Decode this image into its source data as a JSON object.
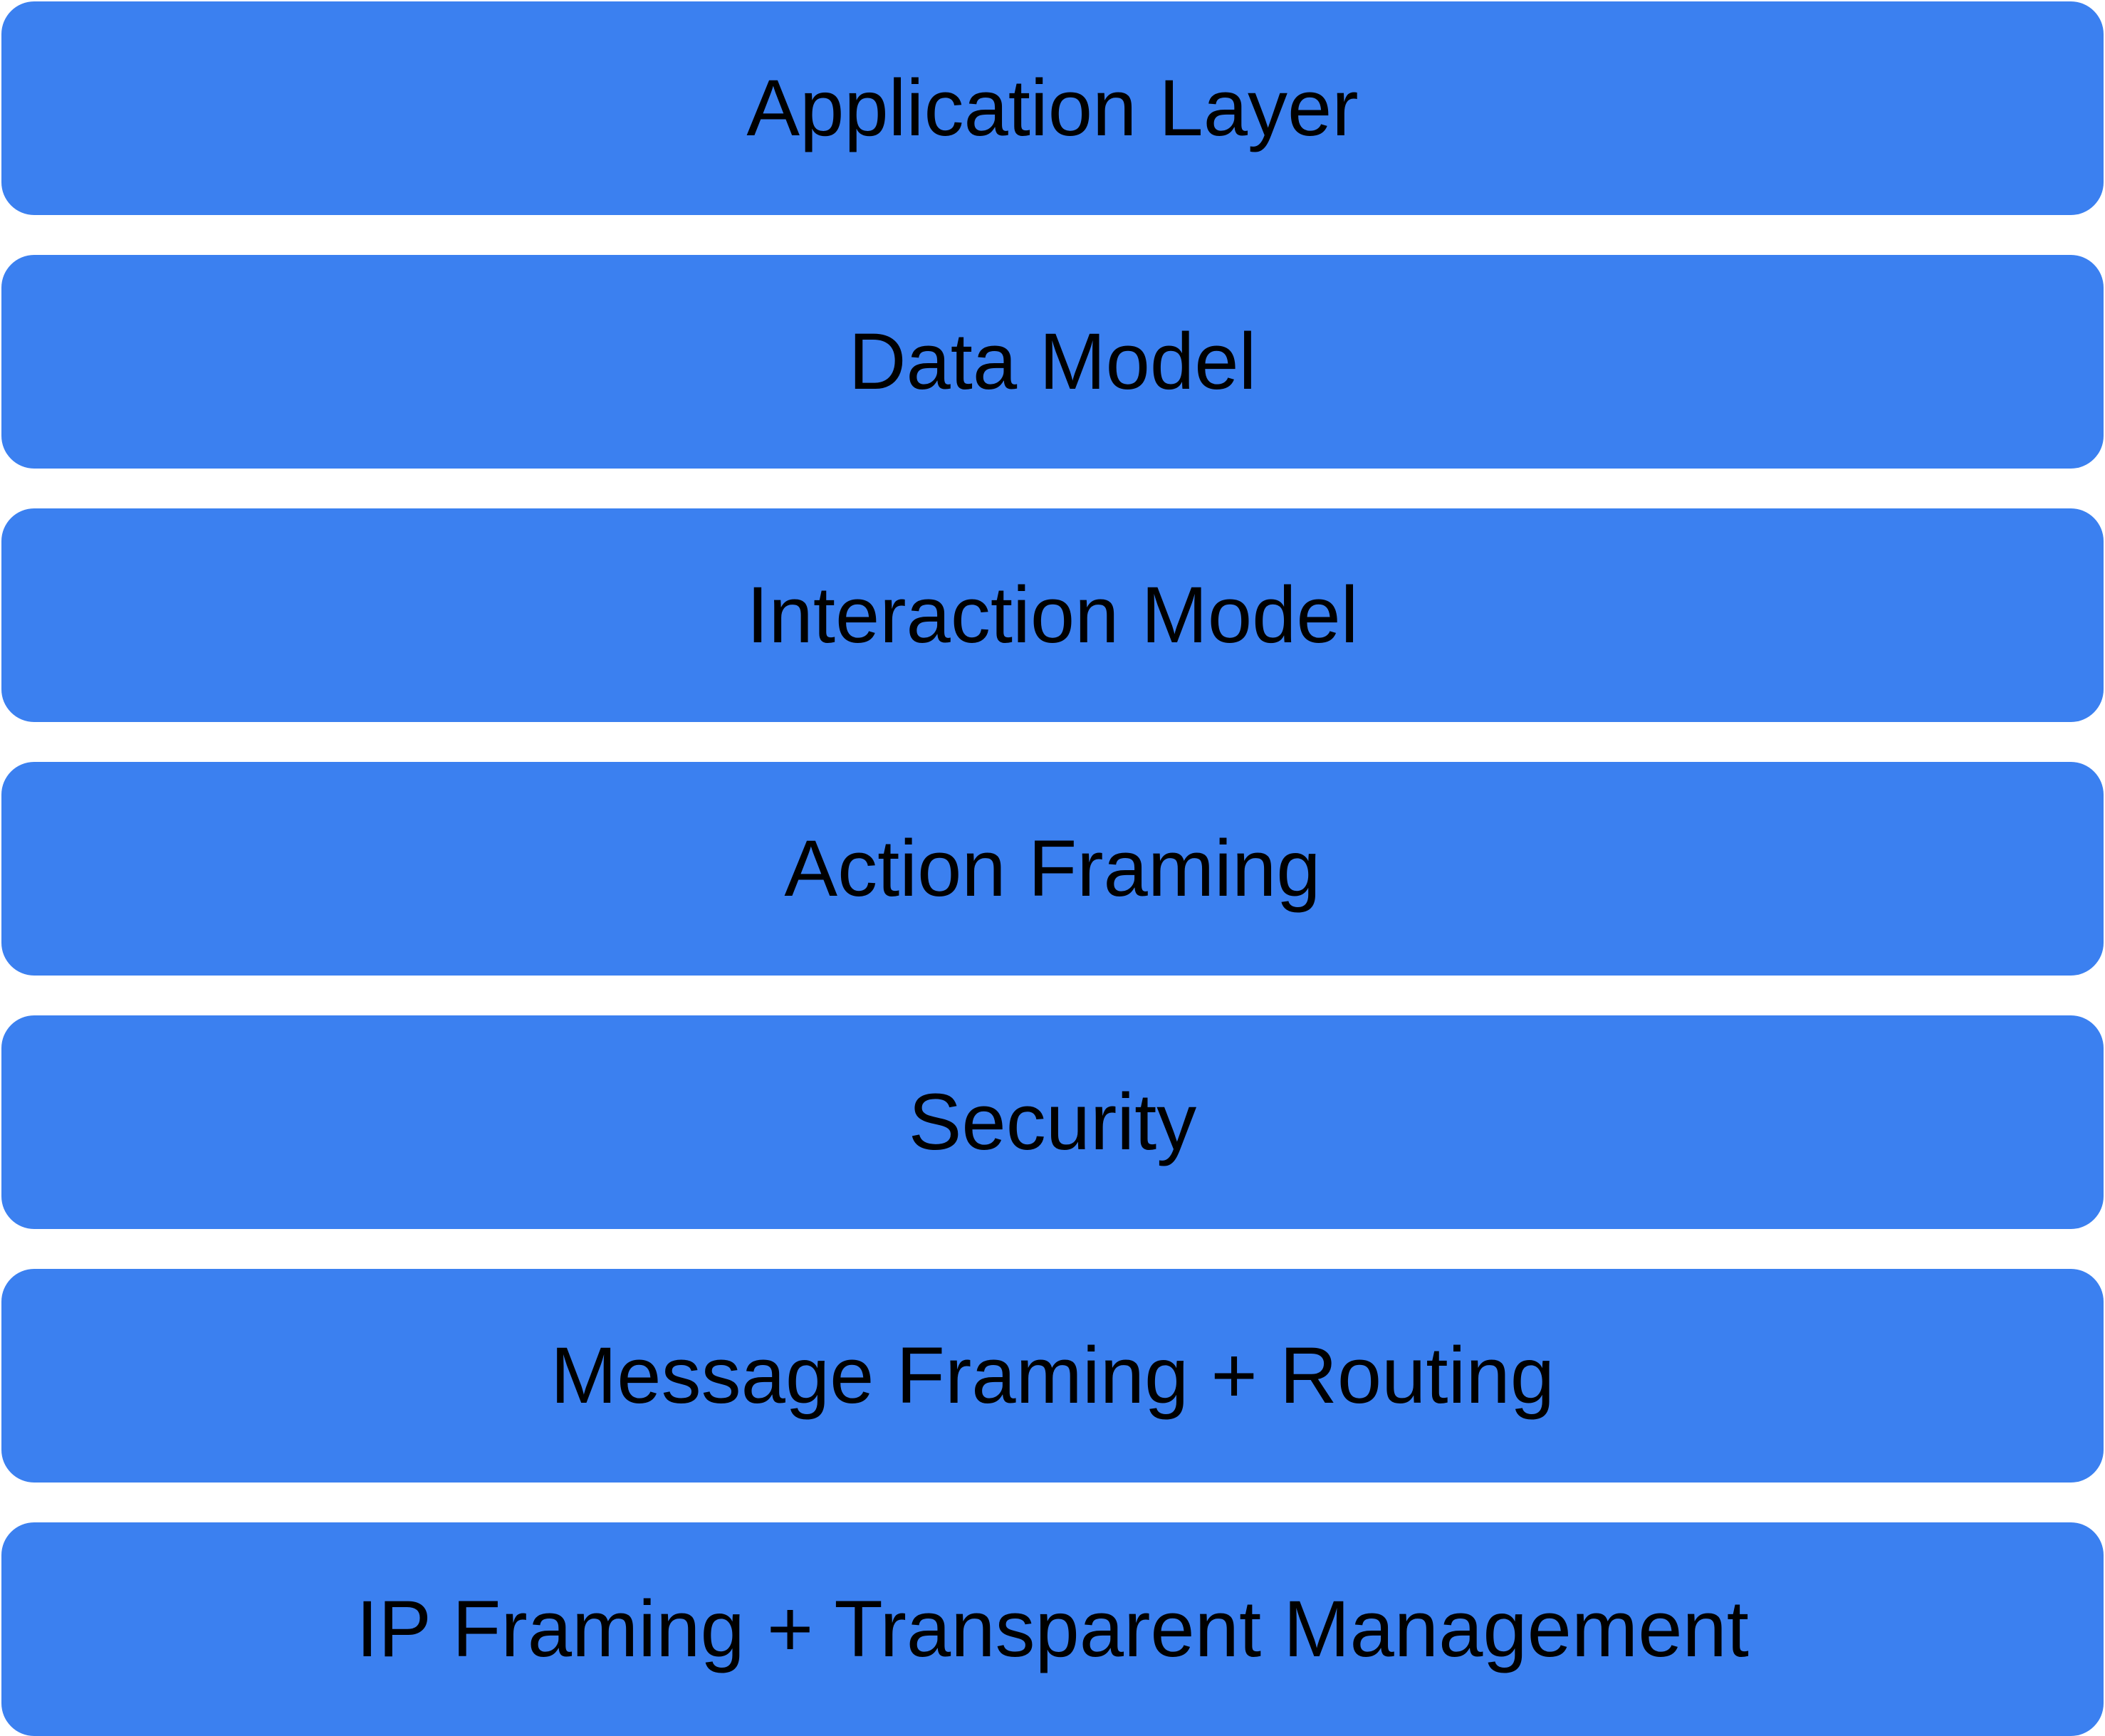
{
  "diagram": {
    "type": "layered-stack",
    "description": "Protocol layer stack diagram of seven horizontal rounded bars",
    "layers": [
      {
        "label": "Application Layer"
      },
      {
        "label": "Data Model"
      },
      {
        "label": "Interaction Model"
      },
      {
        "label": "Action Framing"
      },
      {
        "label": "Security"
      },
      {
        "label": "Message Framing + Routing"
      },
      {
        "label": "IP Framing + Transparent Management"
      }
    ],
    "colors": {
      "layer_fill": "#3B80F0",
      "label_color": "#000000",
      "page_background": "#FFFFFF"
    }
  }
}
